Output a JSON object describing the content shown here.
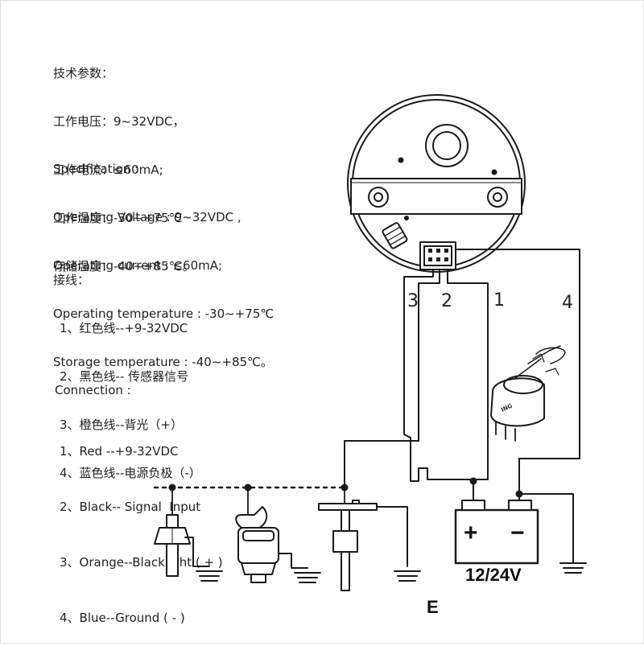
{
  "spec_cn": {
    "heading": "技术参数：",
    "lines": [
      "工作电压：9~32VDC，",
      "工作电流：≤60mA;",
      "工作温度：-30~+75℃",
      "存储温度：-40~+85℃。"
    ]
  },
  "spec_en": {
    "heading": "Specification :",
    "lines": [
      "Operating Voltage : 9~32VDC ,",
      "Operating current : ≤60mA;",
      "Operating temperature : -30~+75℃",
      "Storage temperature : -40~+85℃。"
    ]
  },
  "conn_cn": {
    "heading": "接线：",
    "items": [
      "1、红色线--+9-32VDC",
      "2、黑色线-- 传感器信号",
      "3、橙色线--背光（+）",
      "4、蓝色线--电源负极（-）"
    ]
  },
  "conn_en": {
    "heading": "Connection :",
    "items": [
      "1、Red --+9-32VDC",
      "2、Black-- Signal  Input",
      "3、Orange--Blacklight ( + )",
      "4、Blue--Ground ( - )"
    ]
  },
  "diagram": {
    "wire_labels": [
      "3",
      "2",
      "1",
      "4"
    ],
    "ignition_label": "ING",
    "battery_plus": "+",
    "battery_minus": "−",
    "battery_label": "12/24V",
    "sensor_label": "E"
  }
}
